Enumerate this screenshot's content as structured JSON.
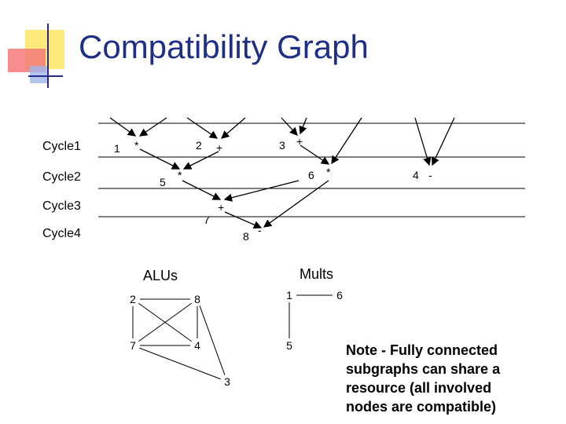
{
  "title": "Compatibility Graph",
  "cycles": [
    "Cycle1",
    "Cycle2",
    "Cycle3",
    "Cycle4"
  ],
  "schedule_nodes": [
    {
      "id": "1",
      "op": "*"
    },
    {
      "id": "2",
      "op": "+"
    },
    {
      "id": "3",
      "op": "+"
    },
    {
      "id": "4",
      "op": "-"
    },
    {
      "id": "5",
      "op": "*"
    },
    {
      "id": "6",
      "op": "*"
    },
    {
      "id": "7",
      "op": "+"
    },
    {
      "id": "8",
      "op": "-"
    }
  ],
  "groups": {
    "alus": "ALUs",
    "mults": "Mults"
  },
  "alu_nodes": [
    "2",
    "8",
    "7",
    "4",
    "3"
  ],
  "mult_nodes": [
    "1",
    "6",
    "5"
  ],
  "compat_edges": [
    [
      "2",
      "8"
    ],
    [
      "2",
      "7"
    ],
    [
      "2",
      "4"
    ],
    [
      "8",
      "7"
    ],
    [
      "8",
      "4"
    ],
    [
      "8",
      "3"
    ],
    [
      "7",
      "4"
    ],
    [
      "7",
      "3"
    ],
    [
      "1",
      "6"
    ],
    [
      "1",
      "5"
    ]
  ],
  "note": "Note - Fully connected subgraphs can share a resource (all involved nodes are compatible)"
}
